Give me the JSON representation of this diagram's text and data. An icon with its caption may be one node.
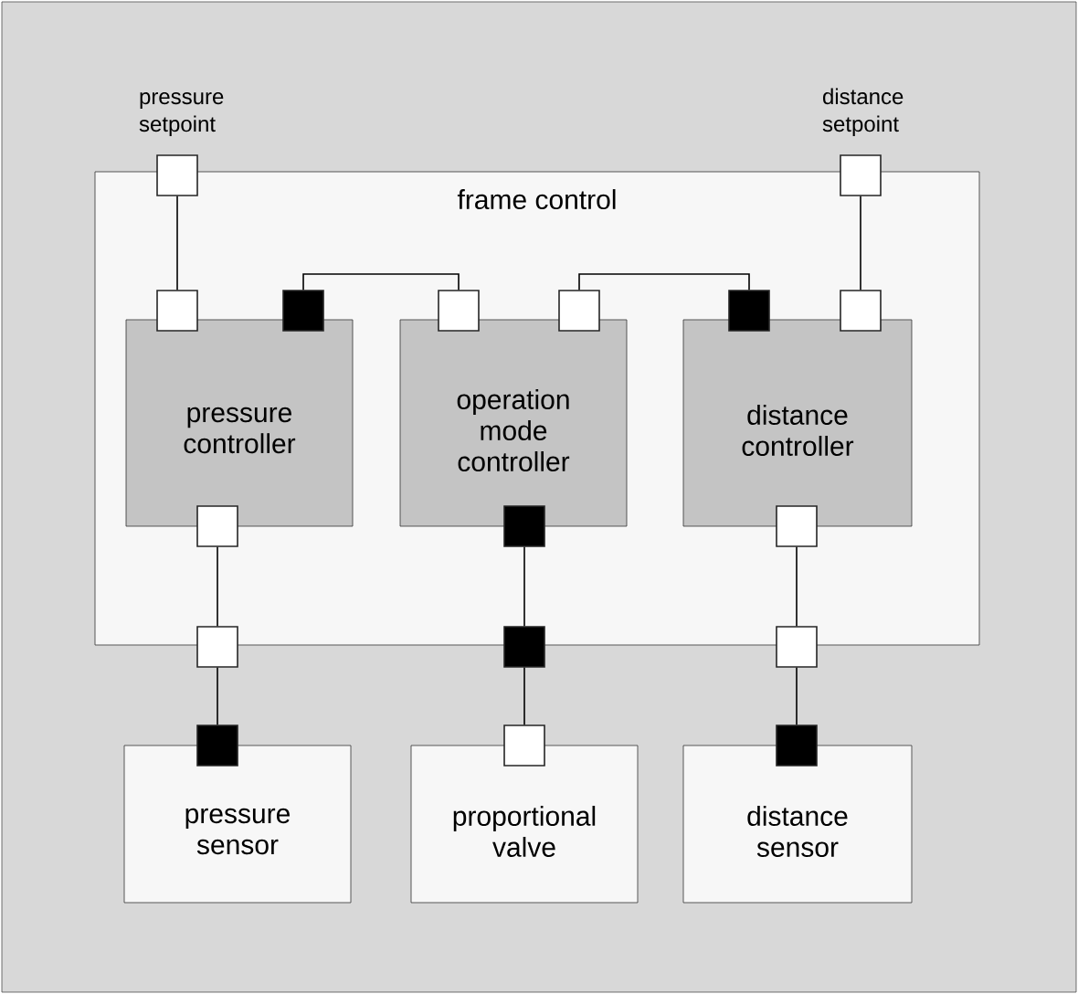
{
  "diagram": {
    "nodes": [
      {
        "text": [
          "frame control"
        ]
      },
      {
        "text": [],
        "shape": "box",
        "beside": [
          "pressure setpoint"
        ]
      },
      {
        "text": [],
        "shape": "box",
        "beside": [
          "distance setpoint"
        ]
      },
      {
        "text": [
          "pressure controller"
        ],
        "in": 0
      },
      {
        "text": [
          "operation mode controller"
        ],
        "in": 0
      },
      {
        "text": [
          "distance controller"
        ],
        "in": 0
      },
      {
        "text": [],
        "shape": "box",
        "in": 0
      },
      {
        "text": [],
        "shape": "box",
        "in": 0
      },
      {
        "text": [],
        "shape": "box",
        "in": 0
      },
      {
        "text": [],
        "shape": "box",
        "in": 0
      },
      {
        "text": [],
        "shape": "box",
        "in": 0
      },
      {
        "text": [],
        "shape": "box",
        "in": 0
      },
      {
        "text": [],
        "shape": "box",
        "in": 0
      },
      {
        "text": [],
        "shape": "box",
        "in": 0
      },
      {
        "text": [],
        "shape": "box",
        "in": 0
      },
      {
        "text": [],
        "shape": "box"
      },
      {
        "text": [],
        "shape": "box"
      },
      {
        "text": [],
        "shape": "box"
      },
      {
        "text": [
          "pressure sensor"
        ]
      },
      {
        "text": [
          "proportional valve"
        ]
      },
      {
        "text": [
          "distance sensor"
        ]
      },
      {
        "text": [],
        "shape": "box"
      },
      {
        "text": [],
        "shape": "box"
      },
      {
        "text": [],
        "shape": "box"
      }
    ],
    "edges": [
      {
        "from": 1,
        "to": 6,
        "arrow": "none"
      },
      {
        "from": 7,
        "to": 8,
        "arrow": "none"
      },
      {
        "from": 9,
        "to": 10,
        "arrow": "none"
      },
      {
        "from": 2,
        "to": 11,
        "arrow": "none"
      },
      {
        "from": 12,
        "to": 15,
        "arrow": "none"
      },
      {
        "from": 15,
        "to": 21,
        "arrow": "none"
      },
      {
        "from": 13,
        "to": 16,
        "arrow": "none"
      },
      {
        "from": 16,
        "to": 22,
        "arrow": "none"
      },
      {
        "from": 14,
        "to": 17,
        "arrow": "none"
      },
      {
        "from": 17,
        "to": 23,
        "arrow": "none"
      }
    ]
  }
}
